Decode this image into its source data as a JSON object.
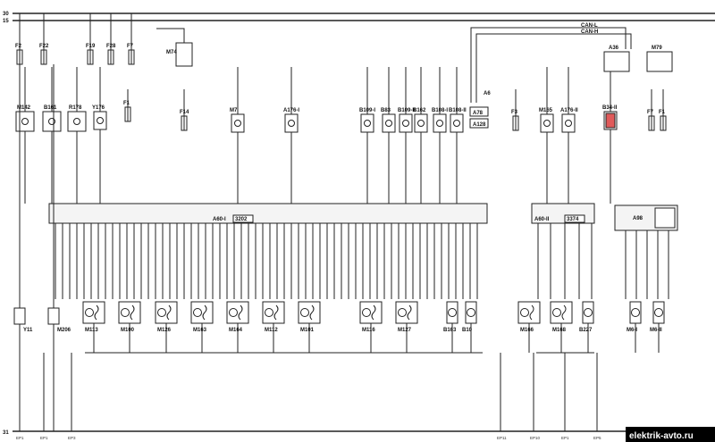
{
  "rails": {
    "r30": "30",
    "r15": "15",
    "r31": "31"
  },
  "can": {
    "l": "CAN-L",
    "h": "CAN-H"
  },
  "relay": {
    "m74": "M74"
  },
  "controllers": {
    "a60i": "A60-I",
    "a60i_code": "3202",
    "a60ii": "A60-II",
    "a60ii_code": "3374",
    "a98": "A98"
  },
  "fuses": [
    {
      "label": "F2"
    },
    {
      "label": "F22"
    },
    {
      "label": "F19"
    },
    {
      "label": "F28"
    },
    {
      "label": "F7"
    },
    {
      "label": "F1"
    },
    {
      "label": "F14"
    },
    {
      "label": "F3"
    },
    {
      "label": "F7"
    },
    {
      "label": "F1"
    }
  ],
  "top_components": [
    {
      "label": "M142"
    },
    {
      "label": "B161"
    },
    {
      "label": "R178"
    },
    {
      "label": "Y176"
    },
    {
      "label": "M7"
    },
    {
      "label": "A176-I"
    },
    {
      "label": "B109-I"
    },
    {
      "label": "B83"
    },
    {
      "label": "B109-II"
    },
    {
      "label": "B162"
    },
    {
      "label": "B108-I"
    },
    {
      "label": "B108-II"
    },
    {
      "label": "A6"
    },
    {
      "label": "A78"
    },
    {
      "label": "A128"
    },
    {
      "label": "M165"
    },
    {
      "label": "A176-II"
    },
    {
      "label": "B34-II"
    },
    {
      "label": "A36"
    },
    {
      "label": "M79"
    }
  ],
  "motors": [
    {
      "label": "M113"
    },
    {
      "label": "M100"
    },
    {
      "label": "M126"
    },
    {
      "label": "M163"
    },
    {
      "label": "M164"
    },
    {
      "label": "M112"
    },
    {
      "label": "M101"
    },
    {
      "label": "M116"
    },
    {
      "label": "M127"
    },
    {
      "label": "B163"
    },
    {
      "label": "B10"
    },
    {
      "label": "M166"
    },
    {
      "label": "M168"
    },
    {
      "label": "B227"
    },
    {
      "label": "M6-I"
    },
    {
      "label": "M6-II"
    }
  ],
  "left_devices": [
    {
      "label": "Y11"
    },
    {
      "label": "M206"
    }
  ],
  "grounds": [
    "EP1",
    "EP1",
    "EP3",
    "EP11",
    "EP10",
    "EP1",
    "EP5"
  ],
  "watermark": "elektrik-avto.ru"
}
